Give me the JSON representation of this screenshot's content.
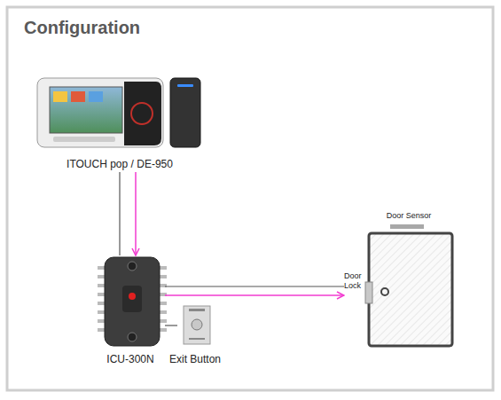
{
  "diagram": {
    "title": "Configuration",
    "nodes": [
      {
        "text": [
          "ITOUCH pop / DE-950"
        ]
      },
      {
        "text": [
          "ICU-300N"
        ]
      },
      {
        "text": [
          "Exit Button"
        ]
      },
      {
        "text": [
          "Door Sensor",
          "Door Lock"
        ]
      }
    ],
    "edges": [
      {
        "from": 0,
        "to": 1,
        "arrow": "none"
      },
      {
        "from": 0,
        "to": 1,
        "arrow": "to"
      },
      {
        "from": 1,
        "to": 2,
        "arrow": "none"
      },
      {
        "from": 1,
        "to": 3,
        "arrow": "none"
      },
      {
        "from": 1,
        "to": 3,
        "arrow": "to"
      }
    ]
  }
}
